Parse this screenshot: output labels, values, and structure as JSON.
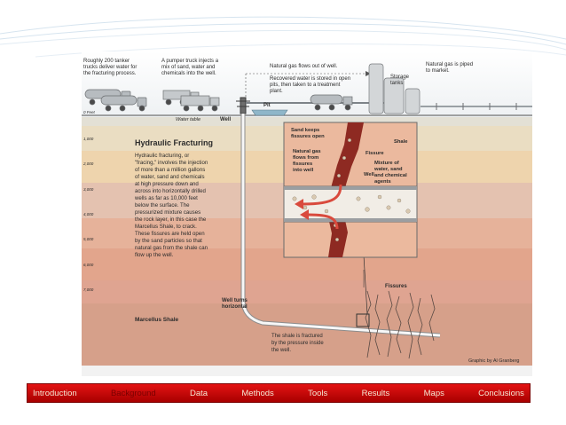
{
  "nav": {
    "items": [
      {
        "label": "Introduction",
        "active": false
      },
      {
        "label": "Background",
        "active": true
      },
      {
        "label": "Data",
        "active": false
      },
      {
        "label": "Methods",
        "active": false
      },
      {
        "label": "Tools",
        "active": false
      },
      {
        "label": "Results",
        "active": false
      },
      {
        "label": "Maps",
        "active": false
      },
      {
        "label": "Conclusions",
        "active": false
      }
    ]
  },
  "diagram": {
    "top_captions": {
      "trucks": [
        "Roughly 200 tanker",
        "trucks deliver water for",
        "the fracturing process."
      ],
      "pumper": [
        "A pumper truck injects a",
        "mix of sand, water and",
        "chemicals into the well."
      ],
      "gas_flows": "Natural gas flows out of well.",
      "recovered": [
        "Recovered water is stored in open",
        "pits, then taken to a treatment",
        "plant."
      ],
      "storage": [
        "Storage",
        "tanks"
      ],
      "piped": [
        "Natural gas is piped",
        "to market."
      ]
    },
    "surface_labels": {
      "feet0": "0 Feet",
      "water_table": "Water table",
      "well": "Well",
      "pit": "Pit"
    },
    "depths": [
      "1,000",
      "2,000",
      "3,000",
      "4,000",
      "5,000",
      "6,000",
      "7,000"
    ],
    "title": "Hydraulic Fracturing",
    "body": [
      "Hydraulic fracturing, or",
      "\"fracing,\" involves the injection",
      "of more than a million gallons",
      "of water, sand and chemicals",
      "at high pressure down and",
      "across into horizontally drilled",
      "wells as far as 10,000 feet",
      "below the surface. The",
      "pressurized mixture causes",
      "the rock layer, in this case the",
      "Marcellus Shale, to crack.",
      "These fissures are held open",
      "by the sand particles so that",
      "natural gas from the shale can",
      "flow up the well."
    ],
    "inset": {
      "sand_keeps": [
        "Sand keeps",
        "fissures open"
      ],
      "shale": "Shale",
      "fissure": "Fissure",
      "gas_flows": [
        "Natural gas",
        "flows from",
        "fissures",
        "into well"
      ],
      "mixture": [
        "Mixture of",
        "water, sand",
        "and chemical",
        "agents"
      ],
      "well": "Well"
    },
    "well_turns": [
      "Well turns",
      "horizontal"
    ],
    "marcellus": "Marcellus Shale",
    "fissures": "Fissures",
    "fractured": [
      "The shale is fractured",
      "by the pressure inside",
      "the well."
    ],
    "credit": "Graphic by Al Granberg"
  },
  "colors": {
    "nav_bg": "#c80000",
    "nav_text": "#f4e6d2",
    "nav_active_text": "#7a0000"
  }
}
